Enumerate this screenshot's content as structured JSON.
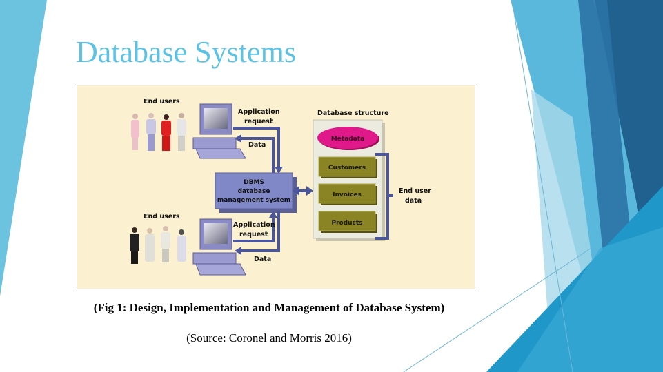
{
  "slide": {
    "title": "Database Systems",
    "caption": "(Fig 1: Design, Implementation and Management of Database System)",
    "source": "(Source: Coronel and Morris 2016)",
    "colors": {
      "title": "#5bc2e4",
      "figure_bg": "#fbf0cf",
      "dbms_box": "#8088c8",
      "arrow": "#4a559a",
      "metadata": "#e0198a",
      "table_box": "#8a8424",
      "accent_light": "#6cc3e0",
      "accent_dark": "#21618f"
    }
  },
  "diagram": {
    "top_users_label": "End users",
    "bottom_users_label": "End users",
    "top_request_label": [
      "Application",
      "request"
    ],
    "top_data_label": "Data",
    "bottom_request_label": [
      "Application",
      "request"
    ],
    "bottom_data_label": "Data",
    "dbms_label": [
      "DBMS",
      "database",
      "management system"
    ],
    "db_structure_label": "Database structure",
    "metadata_label": "Metadata",
    "tables": [
      "Customers",
      "Invoices",
      "Products"
    ],
    "end_user_data_label": [
      "End user",
      "data"
    ]
  }
}
